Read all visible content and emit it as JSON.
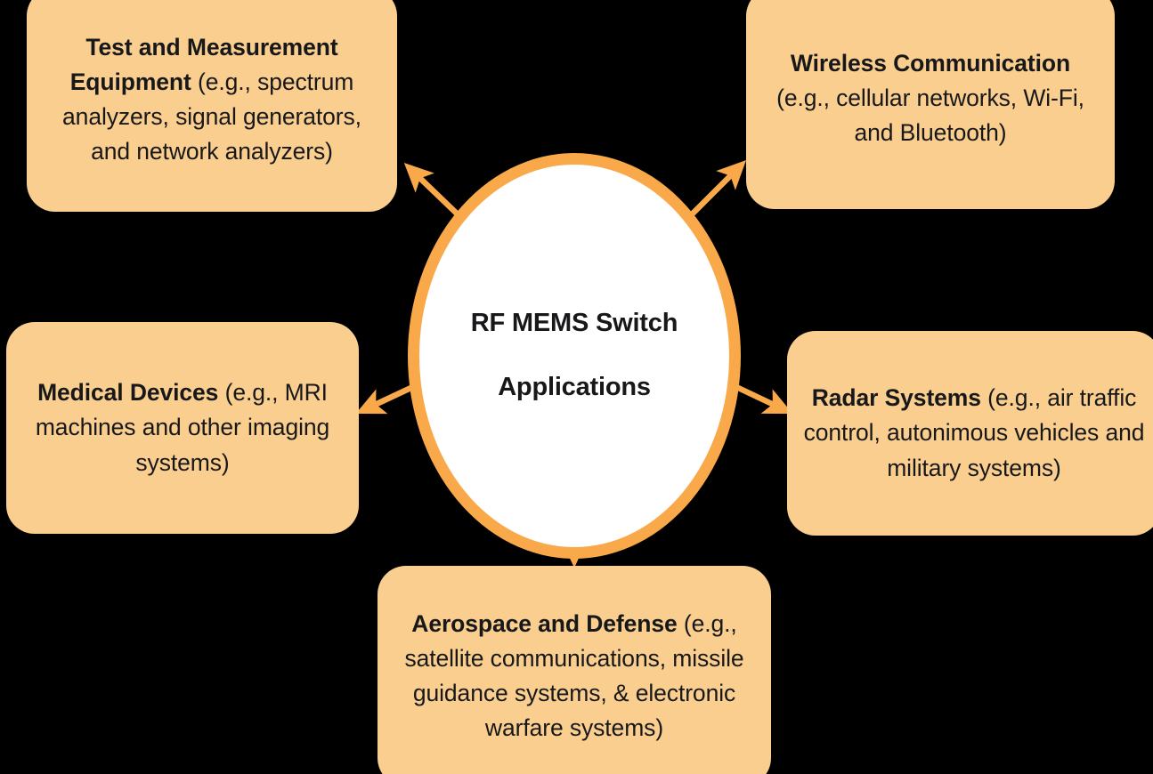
{
  "diagram": {
    "title": "RF MEMS Switch Applications",
    "type": "hub-and-spoke",
    "background_color": "#000000",
    "box_fill_color": "#F9CE8E",
    "accent_color": "#F9A94A",
    "text_color": "#18181a",
    "center": {
      "line_1": "RF MEMS Switch",
      "line_2": "Applications"
    },
    "nodes": [
      {
        "id": "test-measurement",
        "position": "top-left",
        "title": "Test and Measurement Equipment",
        "detail": " (e.g., spectrum analyzers, signal generators, and network analyzers)"
      },
      {
        "id": "wireless",
        "position": "top-right",
        "title": "Wireless Communication",
        "detail": " (e.g., cellular networks, Wi-Fi, and Bluetooth)"
      },
      {
        "id": "medical",
        "position": "left",
        "title": "Medical Devices",
        "detail": " (e.g., MRI machines and other imaging systems)"
      },
      {
        "id": "radar",
        "position": "right",
        "title": "Radar Systems",
        "detail": " (e.g., air traffic control, autonimous vehicles and military systems)"
      },
      {
        "id": "aerospace",
        "position": "bottom",
        "title": "Aerospace and Defense",
        "detail": " (e.g., satellite communications, missile guidance systems, & electronic warfare systems)"
      }
    ],
    "connectors": [
      {
        "id": "arrow-to-test-measurement",
        "from": "center",
        "to": "test-measurement",
        "direction": "up-left"
      },
      {
        "id": "arrow-to-wireless",
        "from": "center",
        "to": "wireless",
        "direction": "up-right"
      },
      {
        "id": "arrow-to-medical",
        "from": "center",
        "to": "medical",
        "direction": "down-left"
      },
      {
        "id": "arrow-to-radar",
        "from": "center",
        "to": "radar",
        "direction": "down-right"
      },
      {
        "id": "arrow-to-aerospace",
        "from": "center",
        "to": "aerospace",
        "direction": "down"
      }
    ]
  }
}
